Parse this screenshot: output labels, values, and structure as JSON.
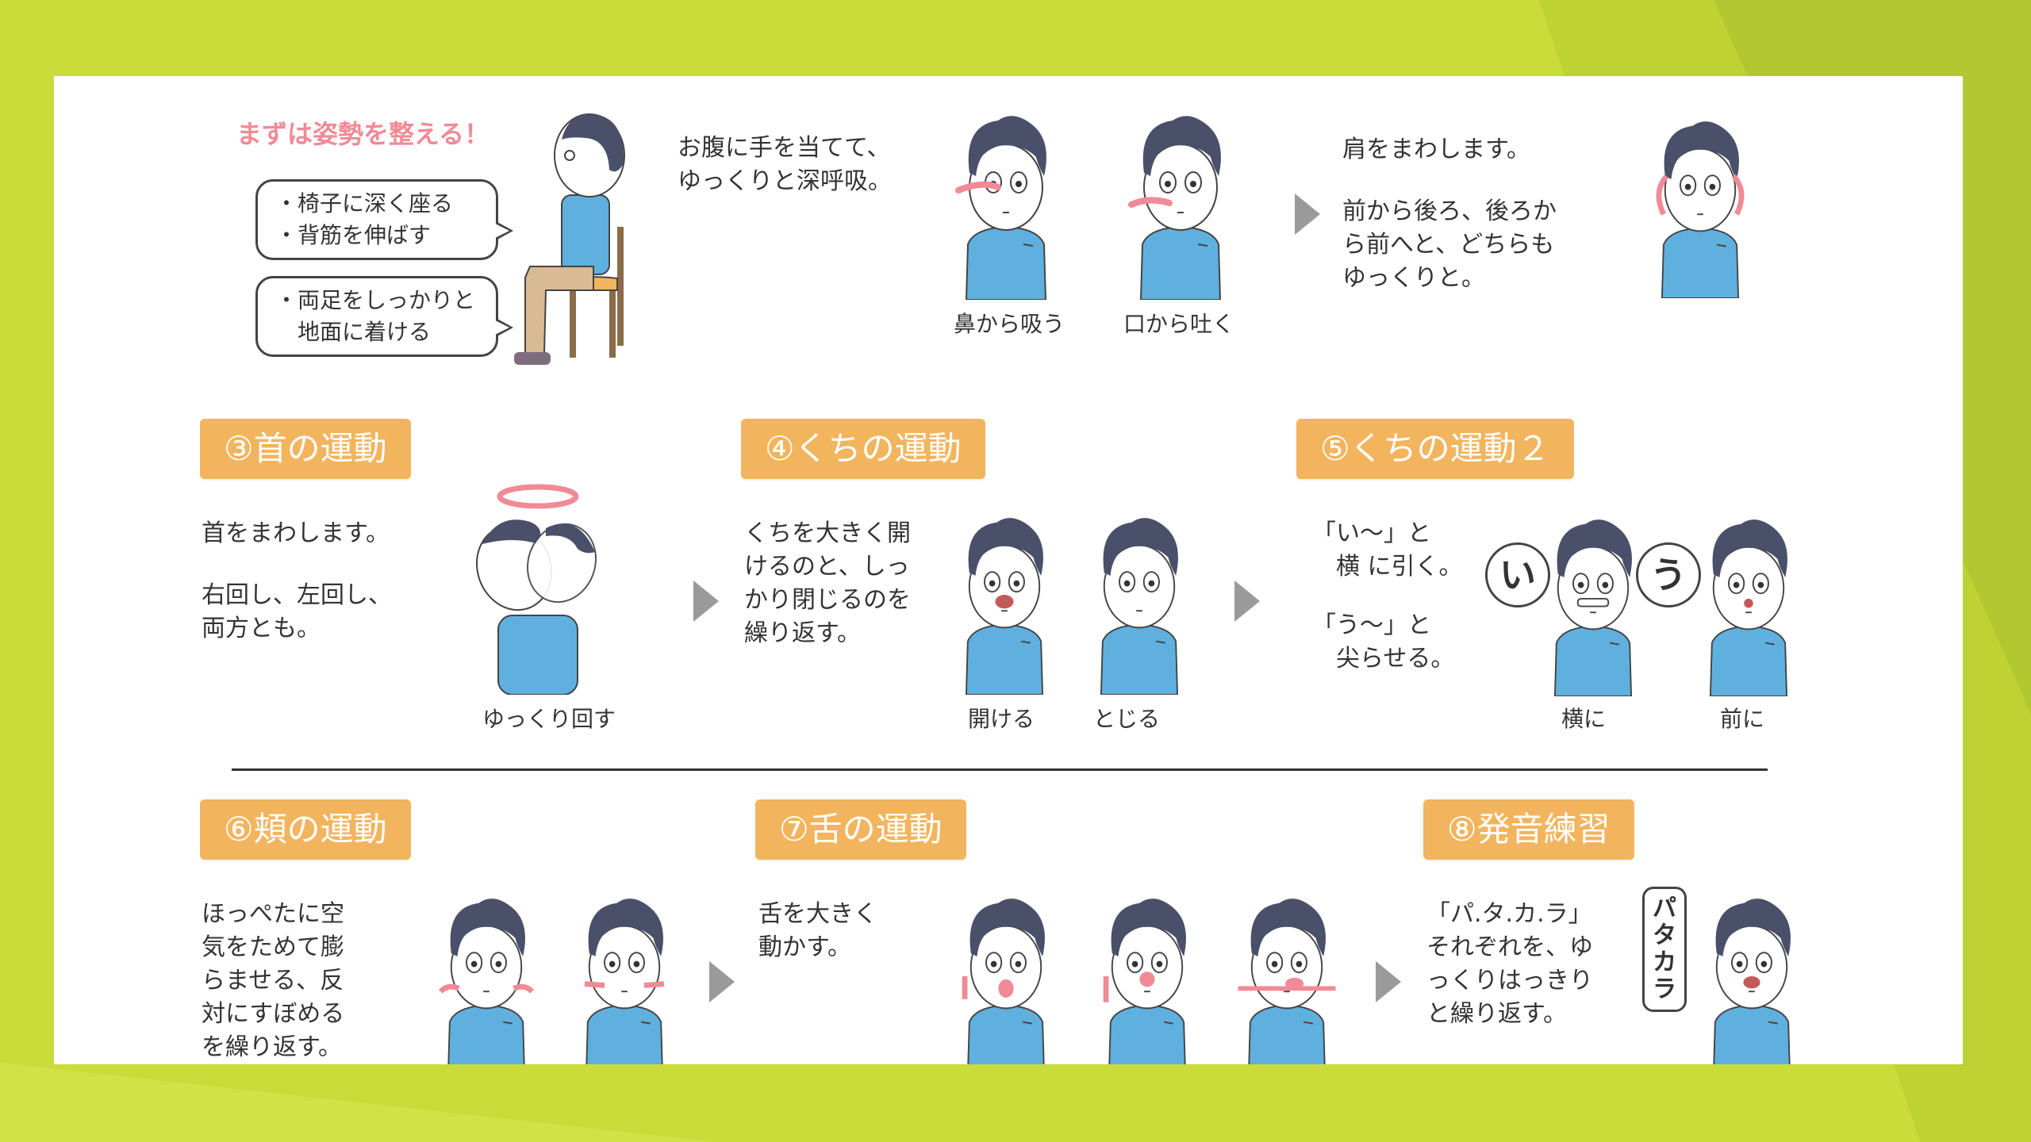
{
  "colors": {
    "accent": "#f3b45e",
    "pink": "#f08a96",
    "shirt": "#5fb0de",
    "hair": "#4a4f6a",
    "background": "#c9dc3a"
  },
  "intro": {
    "title": "まずは姿勢を整える！",
    "bubble1": [
      "・椅子に深く座る",
      "・背筋を伸ばす"
    ],
    "bubble2": [
      "・両足をしっかりと",
      "　地面に着ける"
    ]
  },
  "breath": {
    "text": [
      "お腹に手を当てて、",
      "ゆっくりと深呼吸。"
    ],
    "cap1": "鼻から吸う",
    "cap2": "口から吐く"
  },
  "shoulder": {
    "text": [
      "肩をまわします。",
      "",
      "前から後ろ、後ろか",
      "ら前へと、どちらも",
      "ゆっくりと。"
    ]
  },
  "neck": {
    "header": "③首の運動",
    "text": [
      "首をまわします。",
      "",
      "右回し、左回し、",
      "両方とも。"
    ],
    "cap": "ゆっくり回す"
  },
  "mouth": {
    "header": "④くちの運動",
    "text": [
      "くちを大きく開",
      "けるのと、しっ",
      "かり閉じるのを",
      "繰り返す。"
    ],
    "cap1": "開ける",
    "cap2": "とじる"
  },
  "mouth2": {
    "header": "⑤くちの運動２",
    "text1": [
      "「い〜」と",
      "　横 に引く。"
    ],
    "text2": [
      "「う〜」と",
      "　尖らせる。"
    ],
    "bubble_i": "い",
    "bubble_u": "う",
    "cap1": "横に",
    "cap2": "前に"
  },
  "cheek": {
    "header": "⑥頬の運動",
    "text": [
      "ほっぺたに空",
      "気をためて膨",
      "らませる、反",
      "対にすぼめる",
      "を繰り返す。"
    ]
  },
  "tongue": {
    "header": "⑦舌の運動",
    "text": [
      "舌を大きく",
      "動かす。"
    ]
  },
  "speech": {
    "header": "⑧発音練習",
    "text": [
      "「パ.タ.カ.ラ」",
      "それぞれを、ゆ",
      "っくりはっきり",
      "と繰り返す。"
    ],
    "bubble": [
      "パ",
      "タ",
      "カ",
      "ラ"
    ]
  }
}
